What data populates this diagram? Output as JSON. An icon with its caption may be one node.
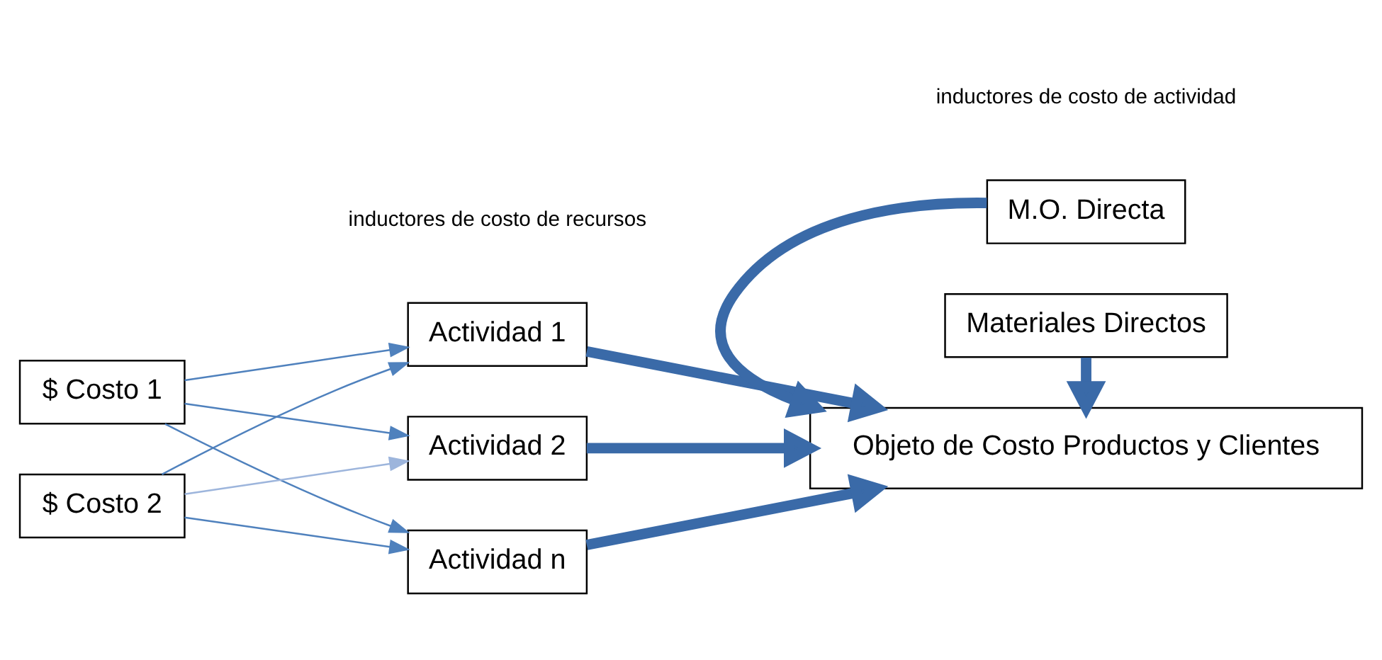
{
  "diagram": {
    "nodes": [
      {
        "text": [
          "$ Costo 1"
        ]
      },
      {
        "text": [
          "$ Costo 2"
        ]
      },
      {
        "text": [
          "Actividad 1"
        ]
      },
      {
        "text": [
          "Actividad 2"
        ]
      },
      {
        "text": [
          "Actividad n"
        ]
      },
      {
        "text": [
          "Materiales Directos"
        ]
      },
      {
        "text": [
          "Objeto de Costo Productos y Clientes"
        ]
      },
      {
        "text": [
          "M.O. Directa"
        ]
      }
    ],
    "edges": [
      {
        "from": 0,
        "to": 2,
        "arrow": "to"
      },
      {
        "from": 0,
        "to": 3,
        "arrow": "to"
      },
      {
        "from": 0,
        "to": 4,
        "arrow": "to"
      },
      {
        "from": 1,
        "to": 2,
        "arrow": "to"
      },
      {
        "from": 1,
        "to": 3,
        "arrow": "to",
        "color": "#9db5dc"
      },
      {
        "from": 1,
        "to": 4,
        "arrow": "to"
      },
      {
        "from": 2,
        "to": 6,
        "arrow": "to",
        "style": "thick"
      },
      {
        "from": 3,
        "to": 6,
        "arrow": "to",
        "style": "thick"
      },
      {
        "from": 4,
        "to": 6,
        "arrow": "to",
        "style": "thick"
      },
      {
        "from": 5,
        "to": 6,
        "arrow": "to",
        "style": "thick"
      },
      {
        "from": 7,
        "to": 6,
        "arrow": "to",
        "style": "thick"
      }
    ],
    "labels": [
      "inductores de costo de recursos",
      "inductores de costo de actividad"
    ]
  }
}
